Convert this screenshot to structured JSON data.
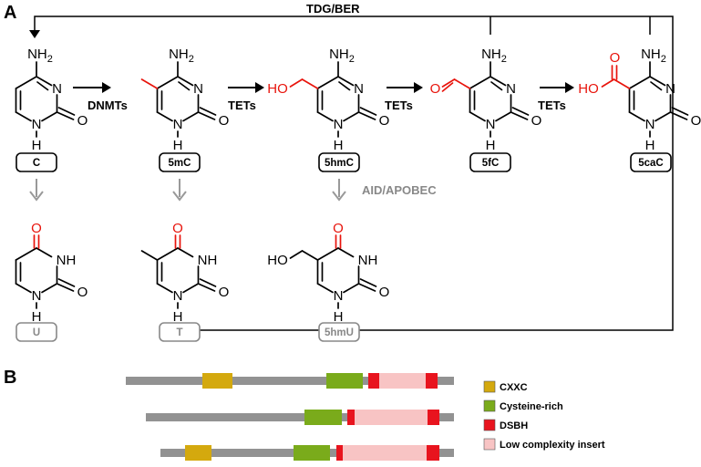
{
  "panel_a": {
    "label": "A",
    "cycle_label": "TDG/BER",
    "enzymes": {
      "dnmt": "DNMTs",
      "tet1": "TETs",
      "tet2": "TETs",
      "tet3": "TETs",
      "deamination": "AID/APOBEC"
    },
    "top_bases": [
      {
        "name": "C"
      },
      {
        "name": "5mC"
      },
      {
        "name": "5hmC"
      },
      {
        "name": "5fC"
      },
      {
        "name": "5caC"
      }
    ],
    "bottom_bases": [
      {
        "name": "U"
      },
      {
        "name": "T"
      },
      {
        "name": "5hmU"
      }
    ],
    "atoms": {
      "n": "N",
      "o": "O",
      "h": "H",
      "nh": "NH",
      "nh2_main": "NH",
      "nh2_sub": "2",
      "ho": "HO"
    }
  },
  "panel_b": {
    "label": "B",
    "domains": [
      {
        "name": "CXXC",
        "color": "#d4a90e"
      },
      {
        "name": "Cysteine-rich",
        "color": "#7aab1b"
      },
      {
        "name": "DSBH",
        "color": "#e8141e"
      },
      {
        "name": "Low complexity insert",
        "color": "#f8c4c4"
      }
    ],
    "backbone_color": "#929292"
  }
}
